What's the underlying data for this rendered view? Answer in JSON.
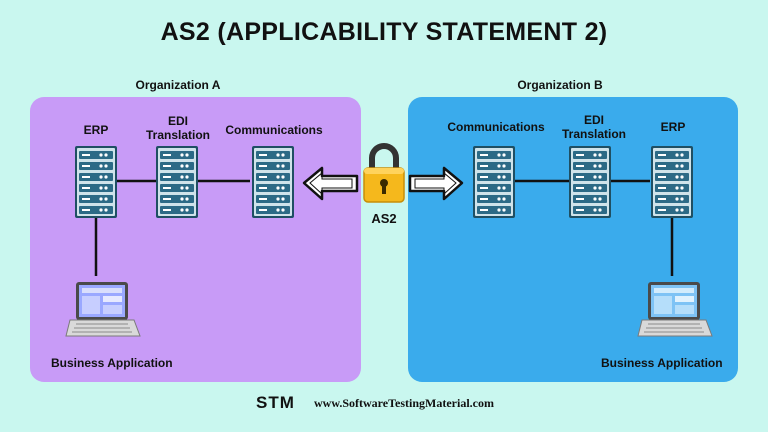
{
  "title": "AS2 (APPLICABILITY STATEMENT 2)",
  "org_a": {
    "label": "Organization A",
    "erp": "ERP",
    "edi_line1": "EDI",
    "edi_line2": "Translation",
    "communications": "Communications",
    "business_app": "Business Application"
  },
  "org_b": {
    "label": "Organization B",
    "erp": "ERP",
    "edi_line1": "EDI",
    "edi_line2": "Translation",
    "communications": "Communications",
    "business_app": "Business Application"
  },
  "protocol_label": "AS2",
  "footer": {
    "logo": "STM",
    "url": "www.SoftwareTestingMaterial.com"
  },
  "colors": {
    "background": "#c9f7ef",
    "panel_a": "#c89bf7",
    "panel_b": "#3aabec",
    "lock": "#f5b81c"
  },
  "icons": [
    "server-icon",
    "laptop-icon",
    "padlock-icon",
    "arrow-left-icon",
    "arrow-right-icon",
    "stm-logo"
  ]
}
